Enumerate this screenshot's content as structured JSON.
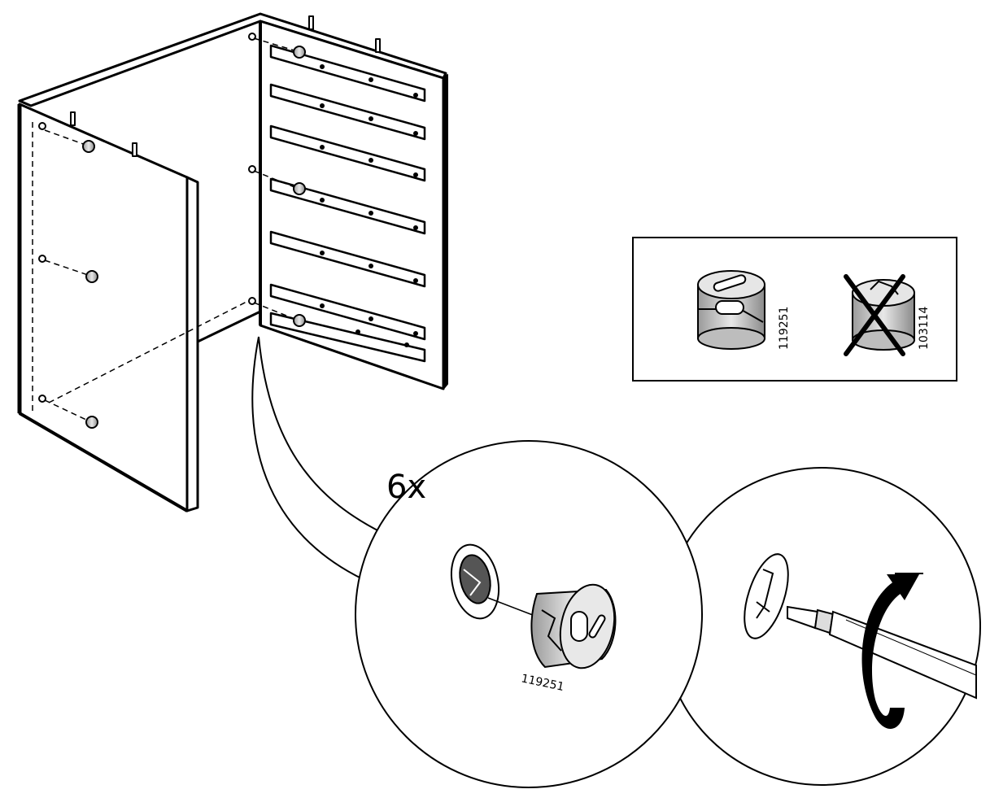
{
  "quantity_label": "6x",
  "inset": {
    "correct_part_number": "119251",
    "wrong_part_number": "103114"
  },
  "detail": {
    "part_number": "119251"
  },
  "colors": {
    "ink": "#000000",
    "paper": "#ffffff",
    "light_fill": "#d9d9d9"
  }
}
